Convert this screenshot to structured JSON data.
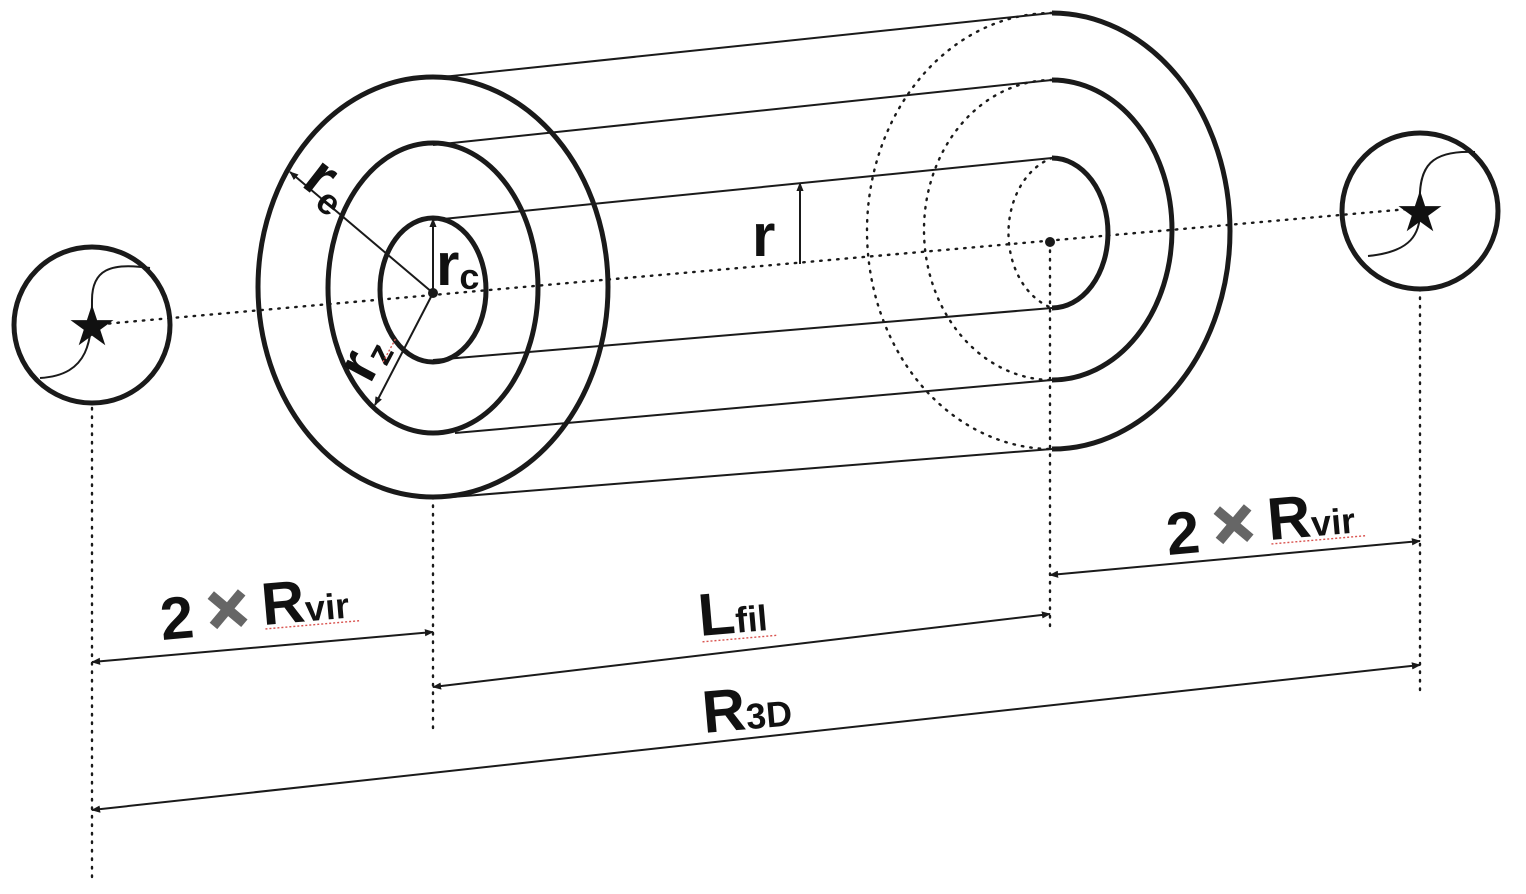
{
  "labels": {
    "r_e": {
      "main": "r",
      "sub": "e"
    },
    "r_c": {
      "main": "r",
      "sub": "c"
    },
    "r_z": {
      "main": "r",
      "sub": "z"
    },
    "r": {
      "main": "r"
    },
    "rvir_left": {
      "factor": "2",
      "main": "R",
      "sub": "vir"
    },
    "rvir_right": {
      "factor": "2",
      "main": "R",
      "sub": "vir"
    },
    "l_fil": {
      "main": "L",
      "sub": "fil"
    },
    "r_3d": {
      "main": "R",
      "sub": "3D"
    }
  },
  "colors": {
    "ink": "#1a1a1a",
    "times_mark": "#666666",
    "spell_underline": "#d9534f"
  },
  "icons": [
    "star-icon",
    "star-icon",
    "times-icon",
    "times-icon"
  ]
}
